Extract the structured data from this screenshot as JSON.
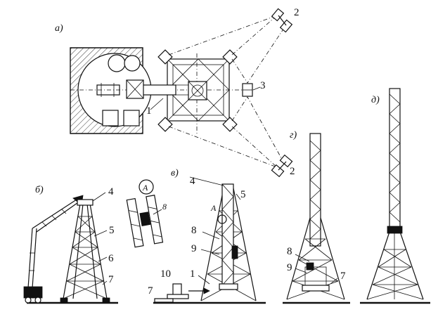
{
  "views": {
    "a": "а)",
    "b": "б)",
    "v": "в)",
    "g": "г)",
    "d": "д)"
  },
  "detail_marker": "A",
  "callouts": {
    "plan_1": "1",
    "plan_2_top": "2",
    "plan_2_bottom": "2",
    "plan_3": "3",
    "b_4": "4",
    "b_5": "5",
    "b_6": "6",
    "b_7": "7",
    "detail_8": "8",
    "v_4": "4",
    "v_5": "5",
    "v_8": "8",
    "v_9": "9",
    "v_1": "1",
    "v_10": "10",
    "v_7": "7",
    "v_A": "A",
    "g_8": "8",
    "g_9": "9",
    "g_7": "7"
  }
}
